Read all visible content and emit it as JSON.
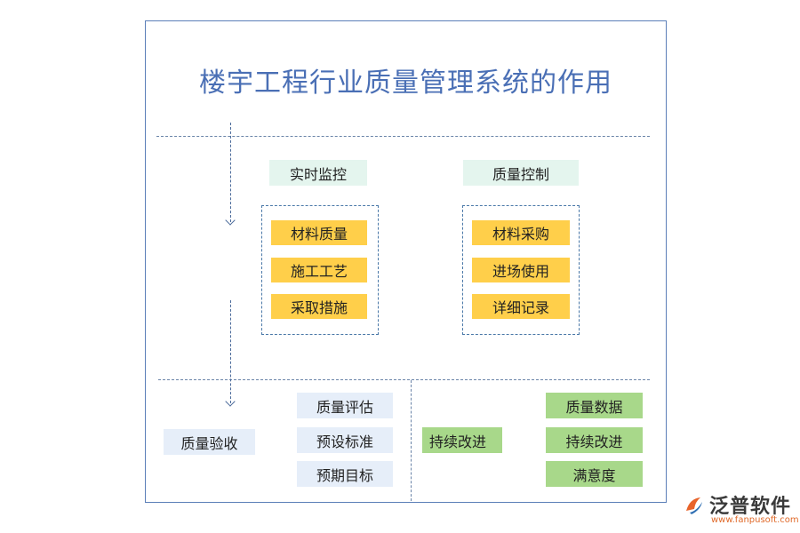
{
  "title": "楼宇工程行业质量管理系统的作用",
  "sections": {
    "monitor": {
      "header": "实时监控",
      "items": [
        "材料质量",
        "施工工艺",
        "采取措施"
      ]
    },
    "control": {
      "header": "质量控制",
      "items": [
        "材料采购",
        "进场使用",
        "详细记录"
      ]
    },
    "acceptance": {
      "label": "质量验收",
      "items": [
        "质量评估",
        "预设标准",
        "预期目标"
      ]
    },
    "improve": {
      "label": "持续改进",
      "items": [
        "质量数据",
        "持续改进",
        "满意度"
      ]
    }
  },
  "logo": {
    "name": "泛普软件",
    "url": "www.fanpusoft.com"
  },
  "colors": {
    "title": "#4a6fb5",
    "frame": "#5b7fb8",
    "mint": "#e4f5ee",
    "yellow": "#ffcf4a",
    "light_blue": "#e6eef9",
    "green": "#a8d88a"
  }
}
